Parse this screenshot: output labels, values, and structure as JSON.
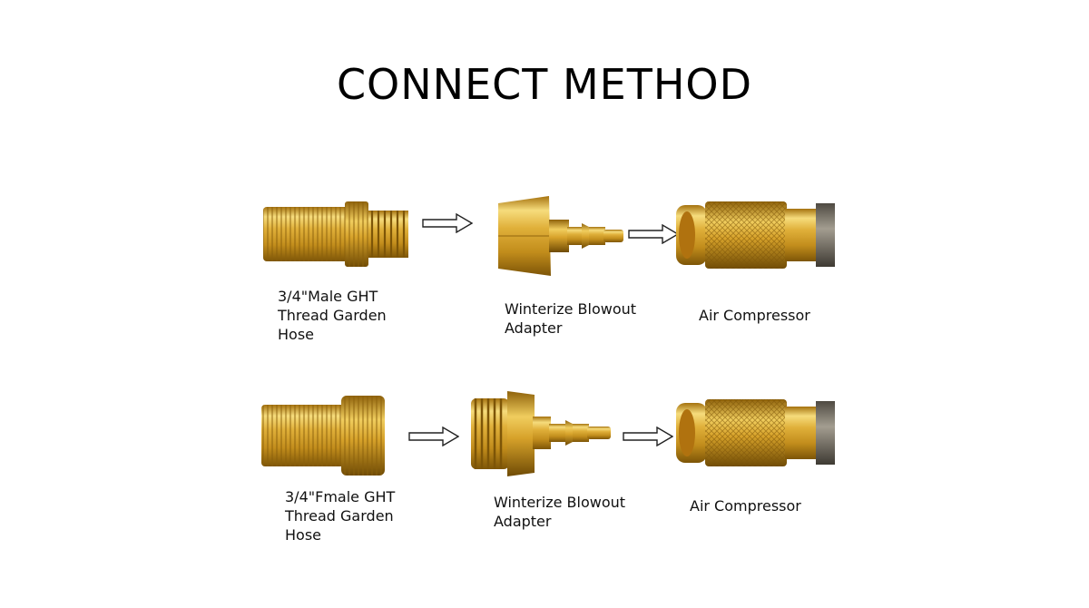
{
  "title": "CONNECT METHOD",
  "colors": {
    "brass_light": "#f3d26c",
    "brass_mid": "#d9a72c",
    "brass_dark": "#9a6a0d",
    "hose_metal": "#7a7468"
  },
  "rows": [
    {
      "hose": {
        "icon": "male-ght-hose-icon",
        "lines": [
          "3/4\"Male GHT",
          "Thread Garden",
          "Hose"
        ]
      },
      "adapter": {
        "icon": "female-thread-blowout-adapter-icon",
        "lines": [
          "Winterize Blowout",
          "Adapter"
        ]
      },
      "compressor": {
        "icon": "air-compressor-coupler-icon",
        "lines": [
          "Air Compressor"
        ]
      }
    },
    {
      "hose": {
        "icon": "female-ght-hose-icon",
        "lines": [
          "3/4\"Fmale GHT",
          "Thread Garden",
          "Hose"
        ]
      },
      "adapter": {
        "icon": "male-thread-blowout-adapter-icon",
        "lines": [
          "Winterize Blowout",
          "Adapter"
        ]
      },
      "compressor": {
        "icon": "air-compressor-coupler-icon",
        "lines": [
          "Air Compressor"
        ]
      }
    }
  ],
  "arrow_icon": "right-arrow-icon"
}
